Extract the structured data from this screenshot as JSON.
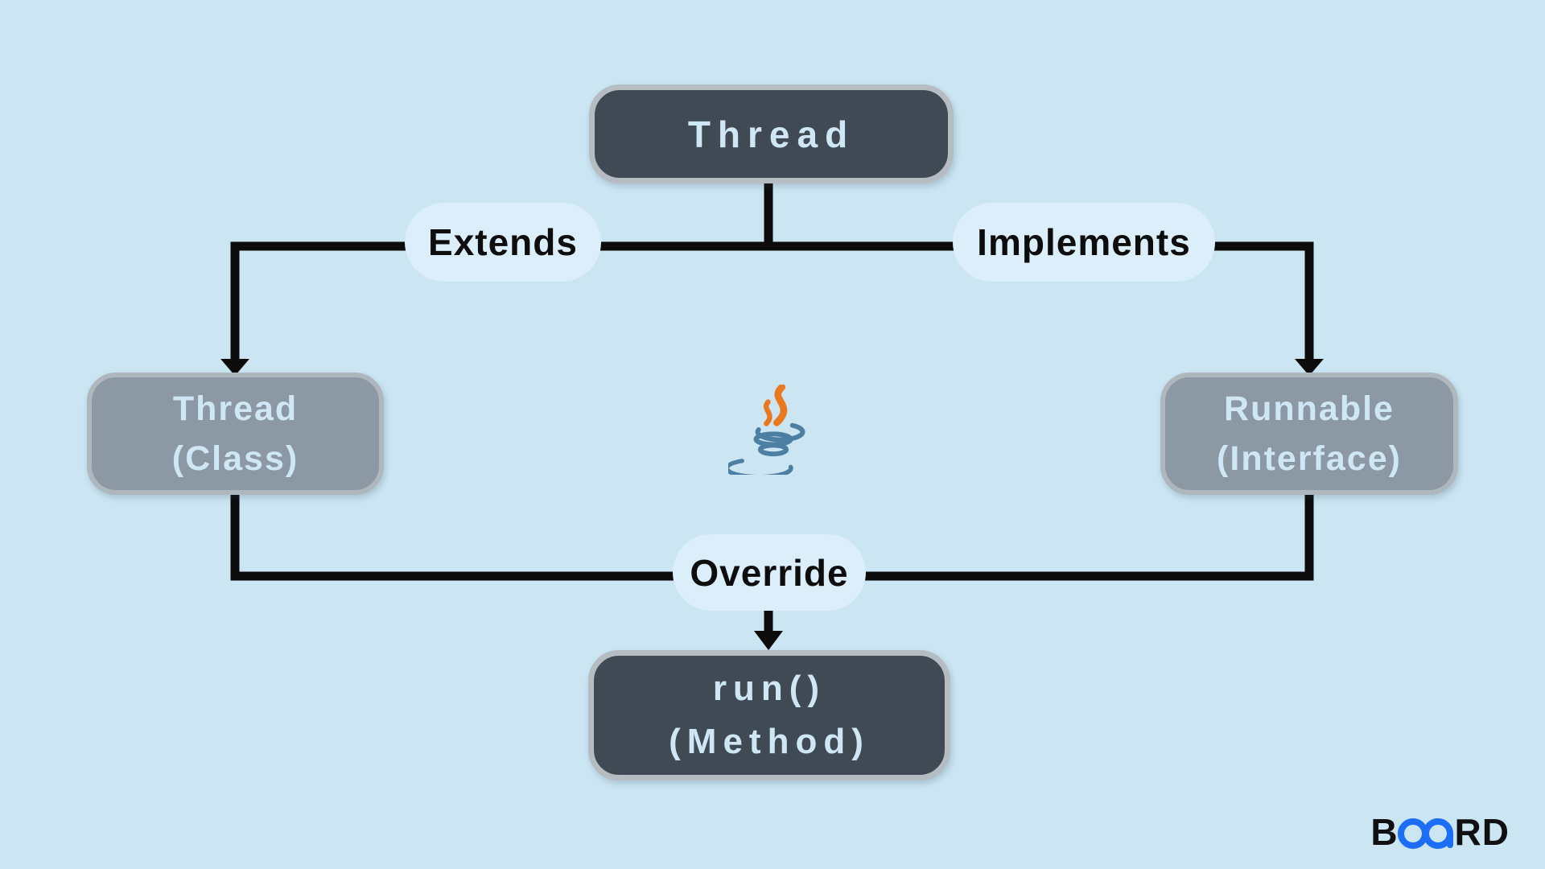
{
  "diagram": {
    "top_node": {
      "label": "Thread"
    },
    "left_node": {
      "line1": "Thread",
      "line2": "(Class)"
    },
    "right_node": {
      "line1": "Runnable",
      "line2": "(Interface)"
    },
    "bottom_node": {
      "line1": "run()",
      "line2": "(Method)"
    },
    "edge_labels": {
      "extends": "Extends",
      "implements": "Implements",
      "override": "Override"
    },
    "center_icon": "java-coffee-cup-logo"
  },
  "branding": {
    "text": "BOARD",
    "prefix": "B",
    "suffix": "RD",
    "middle_icon": "infinity-icon"
  },
  "colors": {
    "background": "#cbe5f3",
    "node_dark_fill": "#404a55",
    "node_dark_border": "#b5bcc2",
    "node_gray_fill": "#8c98a3",
    "node_gray_border": "#aeb6be",
    "node_text": "#cfe6f4",
    "connector": "#0c0c0c",
    "edge_label_text": "#0d0d0d",
    "label_pill": "#dceef9",
    "java_orange": "#e8791f",
    "java_blue": "#4d7fa3",
    "brand_blue": "#1b6ef5",
    "brand_dark": "#101012"
  }
}
